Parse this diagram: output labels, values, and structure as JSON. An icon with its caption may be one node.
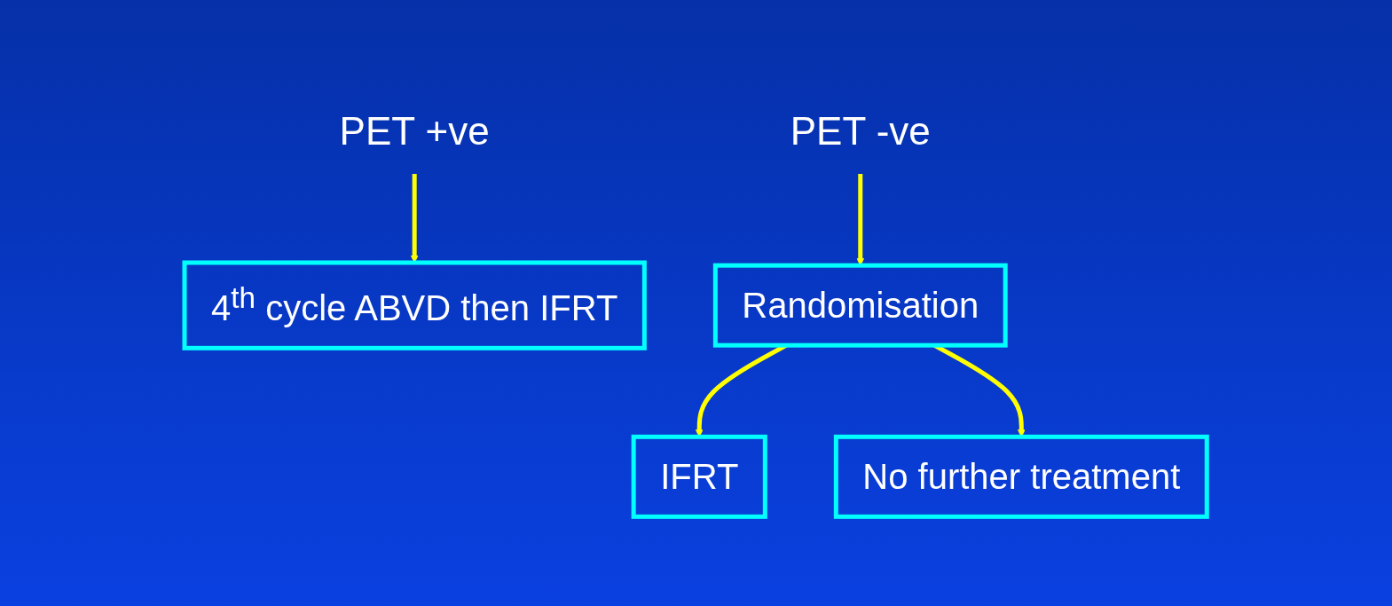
{
  "diagram": {
    "nodes": [
      {
        "text": [
          "PET +ve"
        ]
      },
      {
        "text": [
          "PET -ve"
        ]
      },
      {
        "text": [
          "4$^{th}$ cycle ABVD then IFRT"
        ]
      },
      {
        "text": [
          "Randomisation"
        ]
      },
      {
        "text": [
          "IFRT"
        ]
      },
      {
        "text": [
          "No further treatment"
        ]
      }
    ],
    "edges": [
      {
        "from": 0,
        "to": 2,
        "arrow": "to"
      },
      {
        "from": 1,
        "to": 3,
        "arrow": "to"
      },
      {
        "from": 3,
        "to": 4,
        "arrow": "to"
      },
      {
        "from": 3,
        "to": 5,
        "arrow": "to"
      }
    ]
  }
}
